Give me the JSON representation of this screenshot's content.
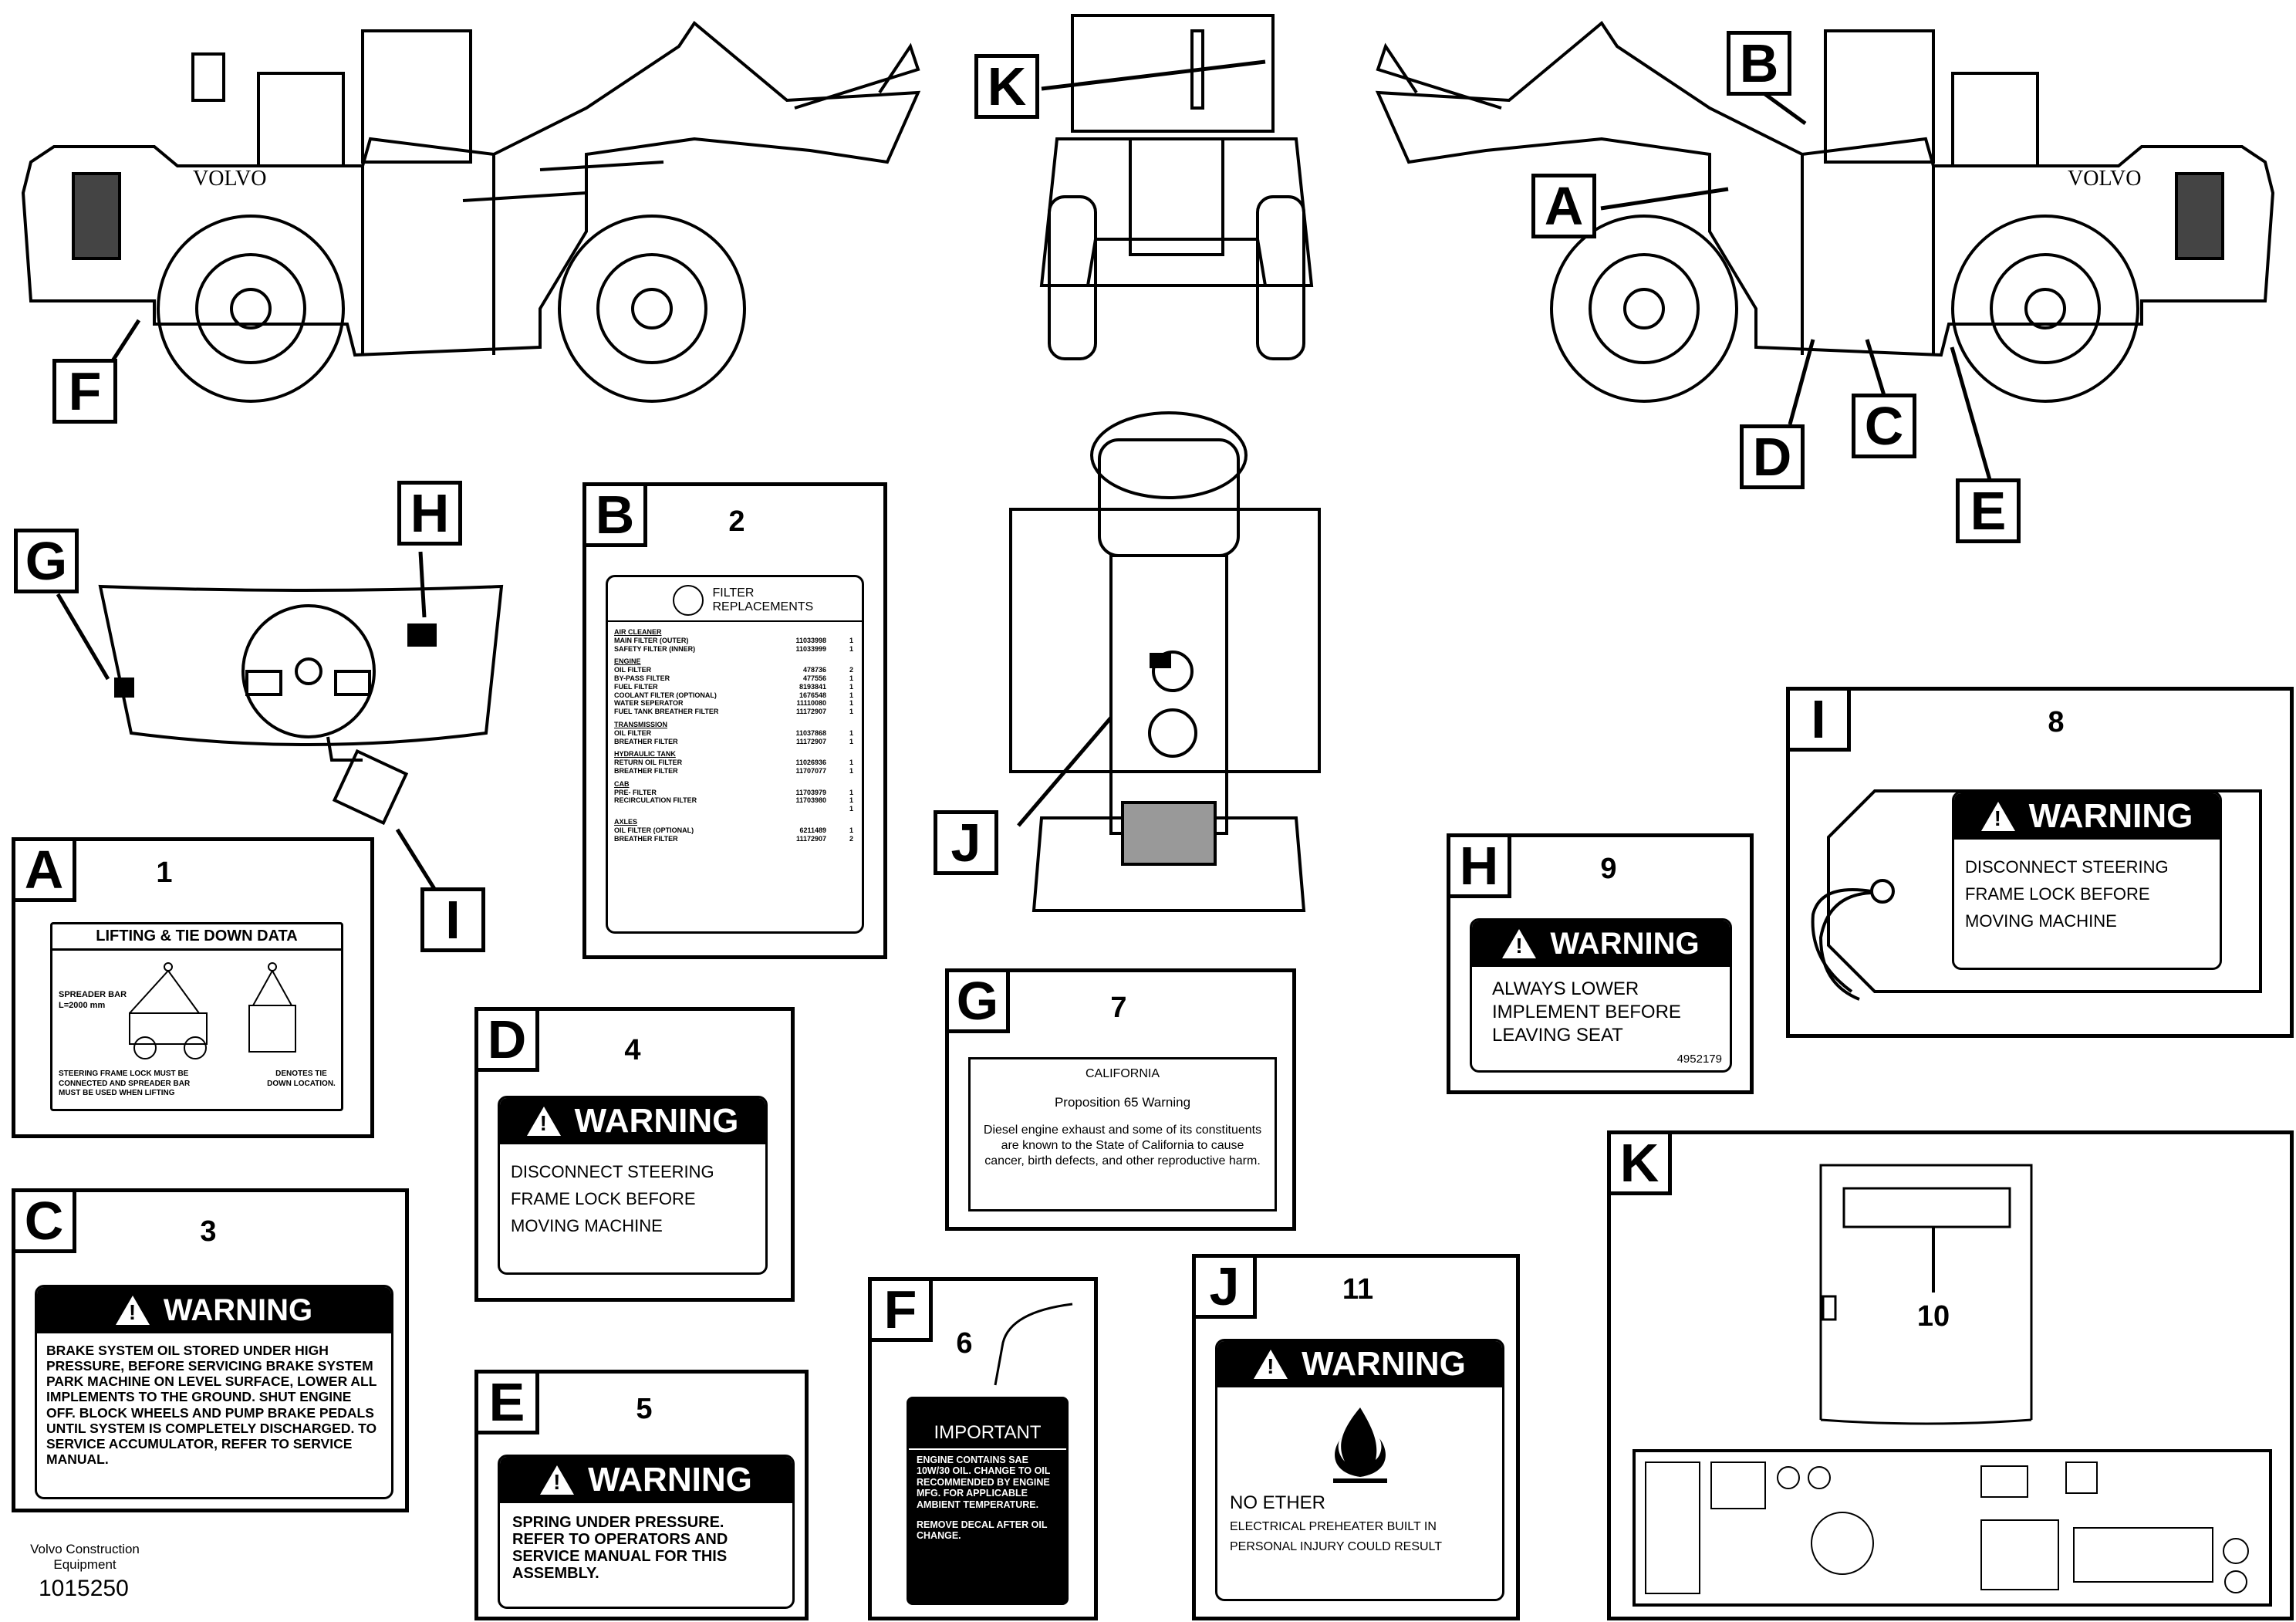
{
  "callouts": [
    "A",
    "B",
    "C",
    "D",
    "E",
    "F",
    "G",
    "H",
    "I",
    "J",
    "K"
  ],
  "panels": {
    "A": {
      "letter": "A",
      "number": "1",
      "title": "LIFTING & TIE DOWN DATA",
      "spreader": "SPREADER BAR",
      "spreader_len": "L=2000 mm",
      "note_left": "STEERING FRAME LOCK MUST BE CONNECTED AND SPREADER BAR MUST BE USED WHEN LIFTING",
      "note_right": "DENOTES TIE DOWN LOCATION."
    },
    "B": {
      "letter": "B",
      "number": "2",
      "title": "FILTER REPLACEMENTS",
      "sections": [
        {
          "heading": "AIR CLEANER",
          "rows": [
            [
              "MAIN FILTER (OUTER)",
              "11033998",
              "1"
            ],
            [
              "SAFETY FILTER (INNER)",
              "11033999",
              "1"
            ]
          ]
        },
        {
          "heading": "ENGINE",
          "rows": [
            [
              "OIL FILTER",
              "478736",
              "2"
            ],
            [
              "BY-PASS FILTER",
              "477556",
              "1"
            ],
            [
              "FUEL FILTER",
              "8193841",
              "1"
            ],
            [
              "COOLANT FILTER (OPTIONAL)",
              "1676548",
              "1"
            ],
            [
              "WATER SEPERATOR",
              "11110080",
              "1"
            ],
            [
              "FUEL TANK BREATHER FILTER",
              "11172907",
              "1"
            ]
          ]
        },
        {
          "heading": "TRANSMISSION",
          "rows": [
            [
              "OIL FILTER",
              "11037868",
              "1"
            ],
            [
              "BREATHER FILTER",
              "11172907",
              "1"
            ]
          ]
        },
        {
          "heading": "HYDRAULIC TANK",
          "rows": [
            [
              "RETURN OIL FILTER",
              "11026936",
              "1"
            ],
            [
              "BREATHER FILTER",
              "11707077",
              "1"
            ]
          ]
        },
        {
          "heading": "CAB",
          "rows": [
            [
              "PRE- FILTER",
              "11703979",
              "1"
            ],
            [
              "RECIRCULATION FILTER",
              "11703980",
              "1"
            ],
            [
              "",
              "",
              "1"
            ]
          ]
        },
        {
          "heading": "AXLES",
          "rows": [
            [
              "OIL FILTER (OPTIONAL)",
              "6211489",
              "1"
            ],
            [
              "BREATHER FILTER",
              "11172907",
              "2"
            ]
          ]
        }
      ]
    },
    "C": {
      "letter": "C",
      "number": "3",
      "warning": "WARNING",
      "text": "BRAKE SYSTEM OIL STORED UNDER HIGH PRESSURE, BEFORE SERVICING BRAKE SYSTEM PARK MACHINE ON LEVEL SURFACE, LOWER ALL IMPLEMENTS TO THE GROUND. SHUT ENGINE OFF. BLOCK WHEELS AND PUMP BRAKE PEDALS UNTIL SYSTEM IS COMPLETELY DISCHARGED. TO SERVICE ACCUMULATOR, REFER TO SERVICE MANUAL."
    },
    "D": {
      "letter": "D",
      "number": "4",
      "warning": "WARNING",
      "lines": [
        "DISCONNECT STEERING",
        "FRAME LOCK BEFORE",
        "MOVING MACHINE"
      ]
    },
    "E": {
      "letter": "E",
      "number": "5",
      "warning": "WARNING",
      "text": "SPRING UNDER PRESSURE. REFER TO OPERATORS AND SERVICE MANUAL FOR THIS ASSEMBLY."
    },
    "F": {
      "letter": "F",
      "number": "6",
      "title": "IMPORTANT",
      "text": "ENGINE CONTAINS SAE 10W/30 OIL. CHANGE TO OIL RECOMMENDED BY ENGINE MFG. FOR APPLICABLE AMBIENT TEMPERATURE.",
      "text2": "REMOVE DECAL AFTER OIL CHANGE."
    },
    "G": {
      "letter": "G",
      "number": "7",
      "title": "CALIFORNIA",
      "subtitle": "Proposition 65 Warning",
      "text": "Diesel engine exhaust and some of its constituents are known to the State of California to cause cancer, birth defects, and other reproductive harm."
    },
    "H": {
      "letter": "H",
      "number": "9",
      "warning": "WARNING",
      "lines": [
        "ALWAYS LOWER",
        "IMPLEMENT BEFORE",
        "LEAVING SEAT"
      ],
      "code": "4952179"
    },
    "I": {
      "letter": "I",
      "number": "8",
      "warning": "WARNING",
      "lines": [
        "DISCONNECT STEERING",
        "FRAME LOCK BEFORE",
        "MOVING MACHINE"
      ]
    },
    "J": {
      "letter": "J",
      "number": "11",
      "warning": "WARNING",
      "line1": "NO ETHER",
      "line2": "ELECTRICAL PREHEATER BUILT IN",
      "line3": "PERSONAL INJURY COULD RESULT"
    },
    "K": {
      "letter": "K",
      "number": "10"
    }
  },
  "brand": "VOLVO",
  "footer": {
    "company_line1": "Volvo Construction",
    "company_line2": "Equipment",
    "drawing_number": "1015250"
  }
}
